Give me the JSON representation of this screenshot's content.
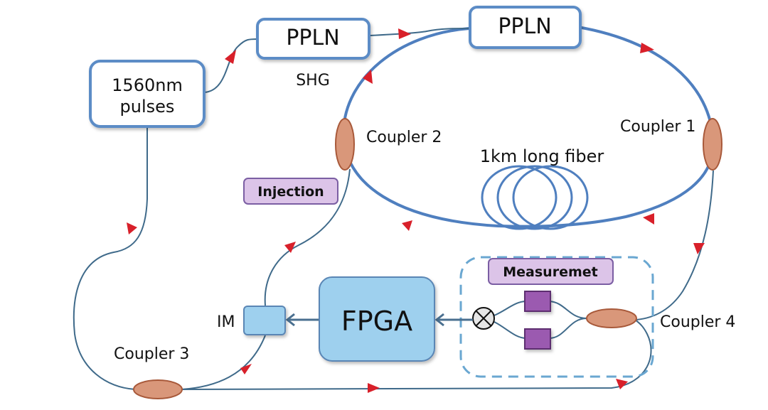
{
  "diagram": {
    "nodes": {
      "source": {
        "line1": "1560nm",
        "line2": "pulses"
      },
      "pp1": {
        "label": "PPLN",
        "sublabel": "SHG"
      },
      "pp2": {
        "label": "PPLN"
      },
      "fpga": {
        "label": "FPGA"
      },
      "im": {
        "label": "IM"
      },
      "fiber": {
        "label": "1km long fiber"
      }
    },
    "couplers": {
      "c1": "Coupler 1",
      "c2": "Coupler 2",
      "c3": "Coupler 3",
      "c4": "Coupler 4"
    },
    "tags": {
      "injection": "Injection",
      "measurement": "Measuremet"
    },
    "colors": {
      "ring": "#4f7fbf",
      "fiber": "#3f6a8a",
      "arrow": "#d8202a",
      "coupler": "#d9977a",
      "fpga": "#9ed0ee",
      "tag": "#dcc4e8",
      "detector": "#9b5ab0"
    }
  }
}
